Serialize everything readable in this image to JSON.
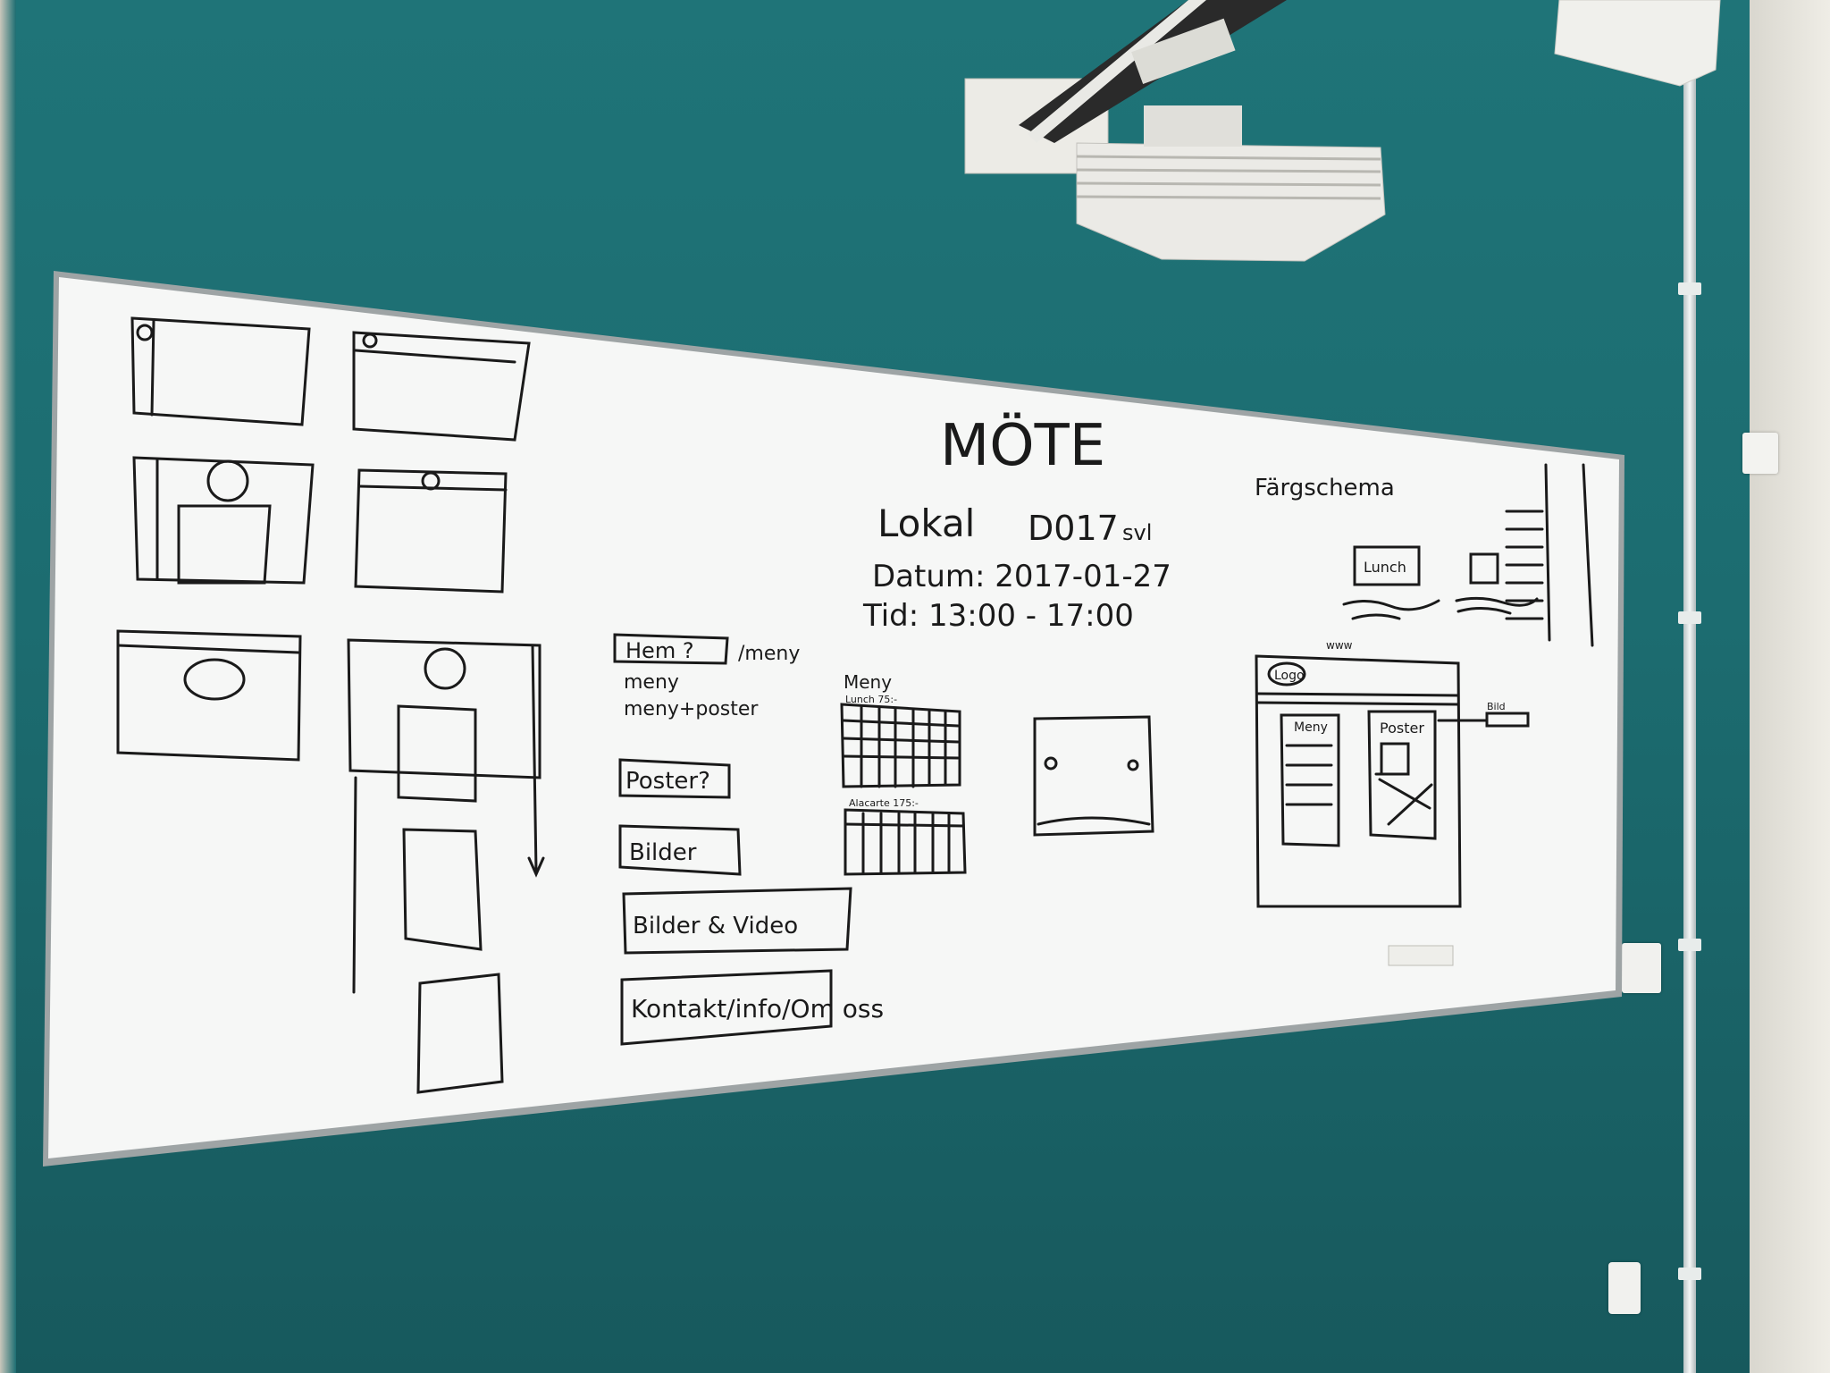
{
  "whiteboard": {
    "title": "MÖTE",
    "lokal": "Lokal",
    "room": "D017",
    "room_suffix": "svl",
    "datum": "Datum: 2017-01-27",
    "tid": "Tid: 13:00 - 17:00"
  },
  "sitemap": {
    "hem": "Hem ?",
    "hem_suffix": "/meny",
    "meny": "meny",
    "meny_poster": "meny+poster",
    "poster": "Poster?",
    "bilder": "Bilder",
    "bilder_video": "Bilder & Video",
    "kontakt": "Kontakt/info/Om oss"
  },
  "menu_grid": {
    "heading": "Meny",
    "lunch_label": "Lunch 75:-",
    "second_label": "Alacarte 175:-"
  },
  "color_scheme": {
    "heading": "Färgschema",
    "lunch_button": "Lunch"
  },
  "wireframe": {
    "www": "www",
    "logo": "Logo",
    "meny": "Meny",
    "poster": "Poster",
    "bild": "Bild"
  },
  "colors": {
    "wall": "#1d6e72",
    "board": "#f6f7f6",
    "ink": "#1a1a1a"
  }
}
